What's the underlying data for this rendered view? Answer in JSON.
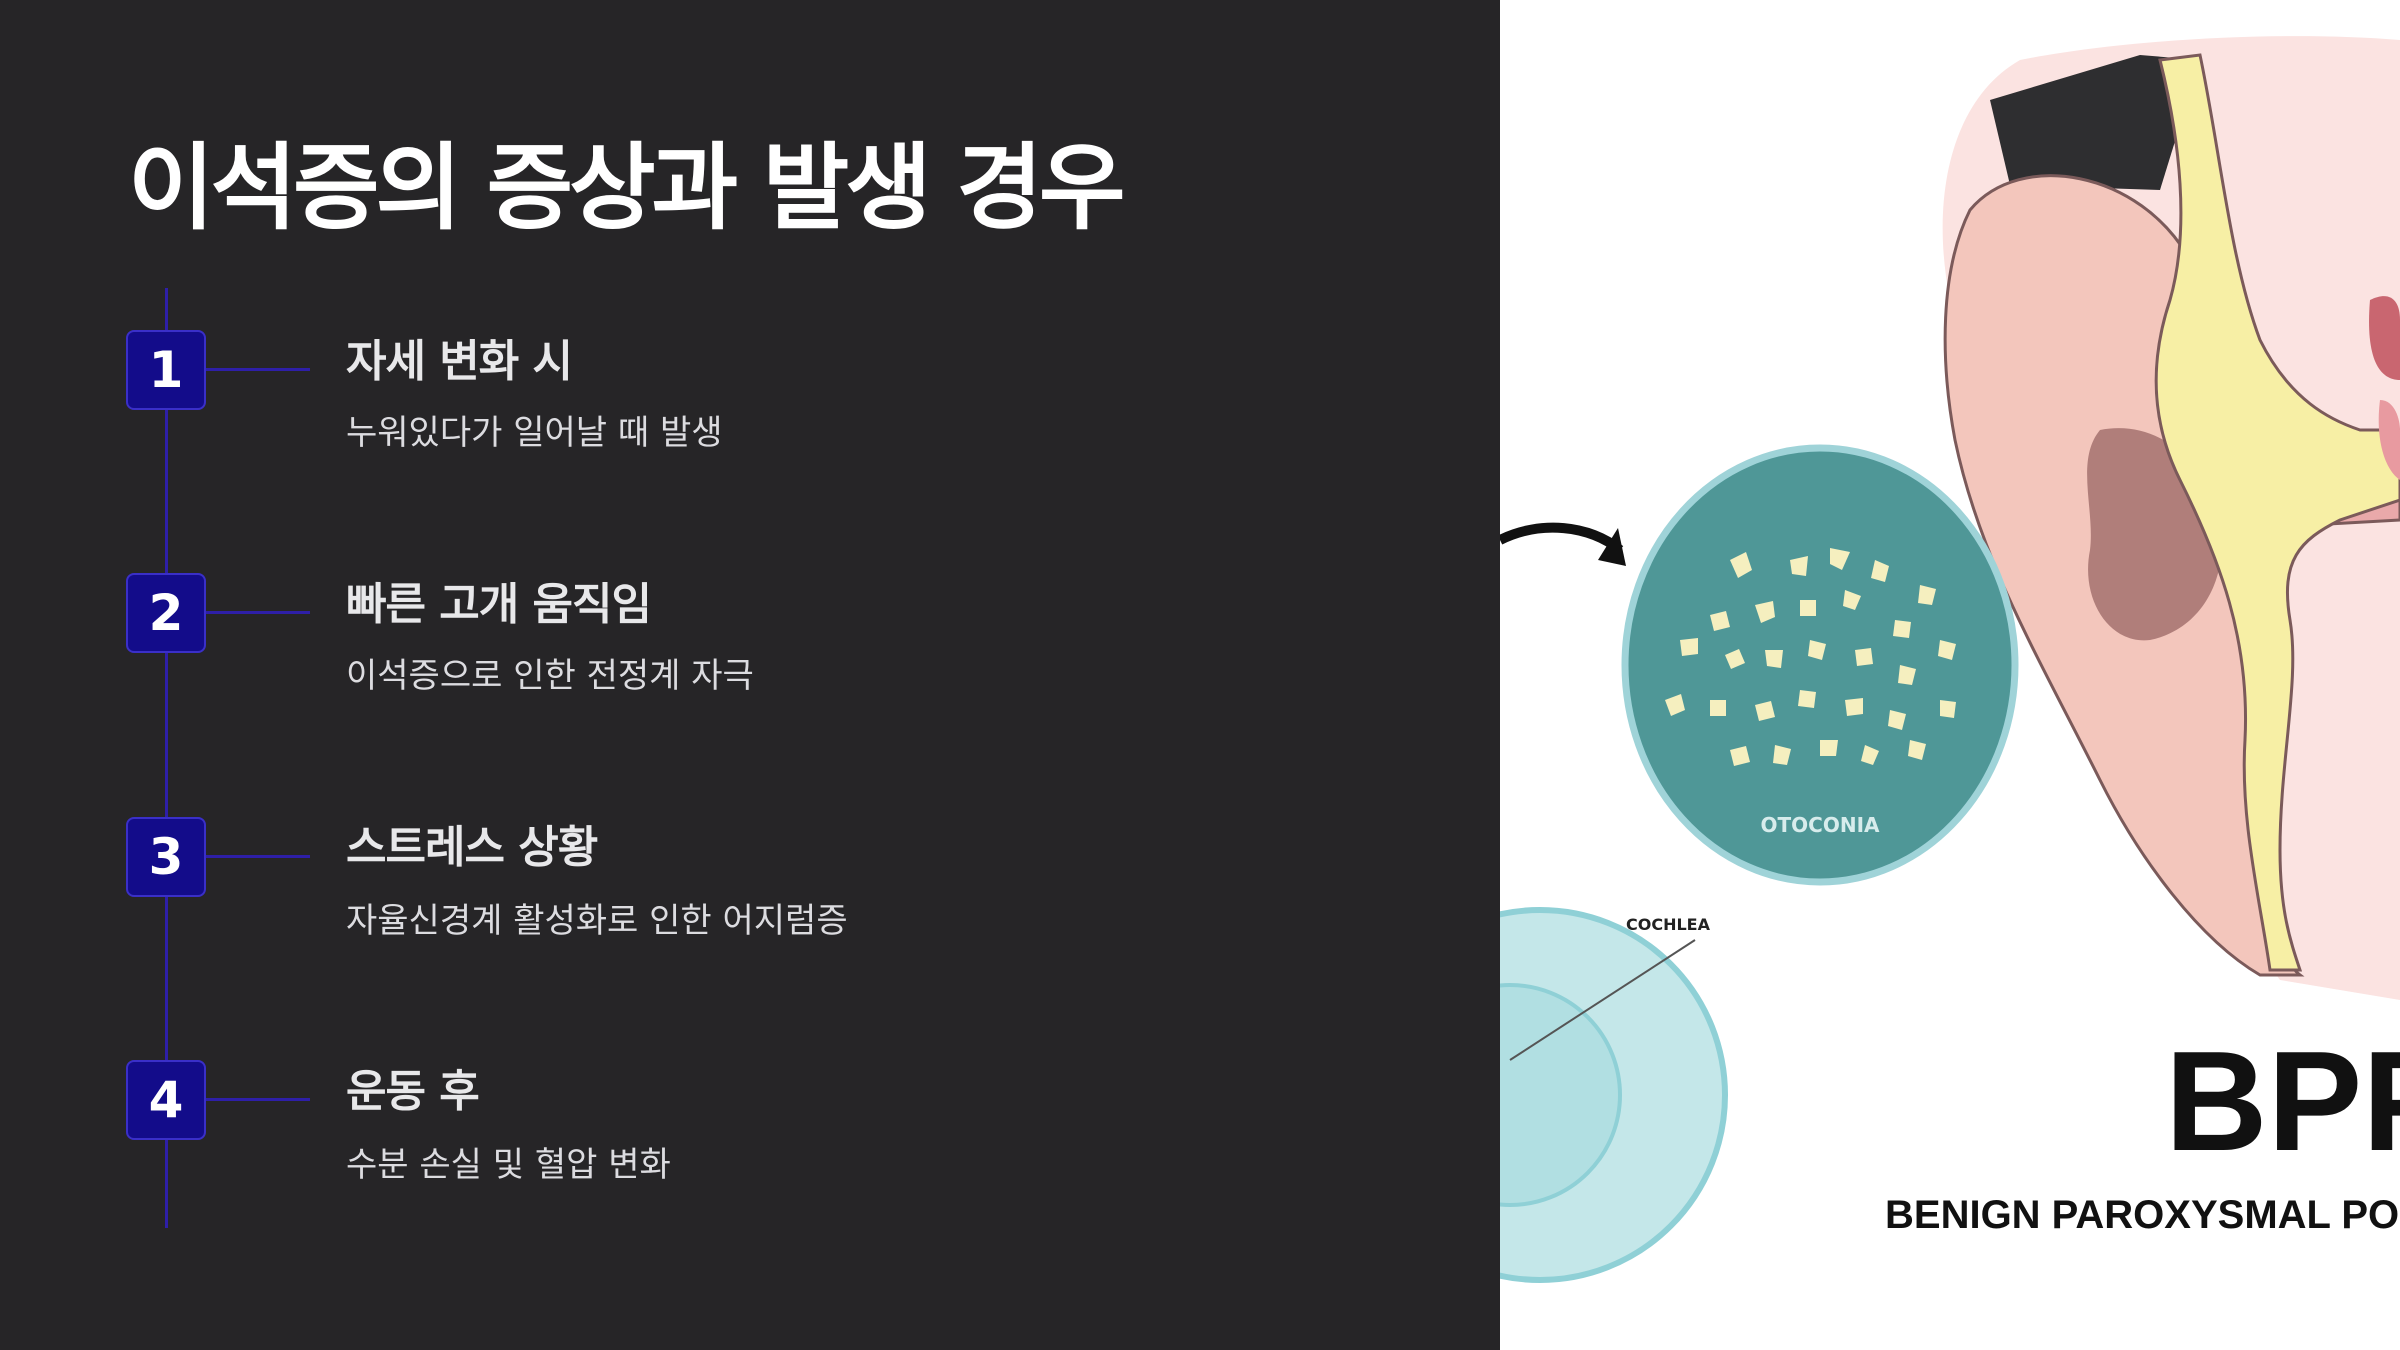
{
  "slide": {
    "title": "이석증의 증상과 발생 경우",
    "steps": [
      {
        "number": "1",
        "title": "자세 변화 시",
        "description": "누워있다가 일어날 때 발생"
      },
      {
        "number": "2",
        "title": "빠른 고개 움직임",
        "description": "이석증으로 인한 전정계 자극"
      },
      {
        "number": "3",
        "title": "스트레스 상황",
        "description": "자율신경계 활성화로 인한 어지럼증"
      },
      {
        "number": "4",
        "title": "운동 후",
        "description": "수분 손실 및 혈압 변화"
      }
    ]
  },
  "illustration": {
    "otoconia_label": "OTOCONIA",
    "cochlea_label": "COCHLEA",
    "heading": "BPP",
    "subheading": "BENIGN PAROXYSMAL PO"
  },
  "colors": {
    "background": "#262527",
    "step_badge": "#130c8a",
    "timeline": "#2e1fa8",
    "otoconia_circle": "#4f9797",
    "cochlea": "#b8e2e4"
  }
}
